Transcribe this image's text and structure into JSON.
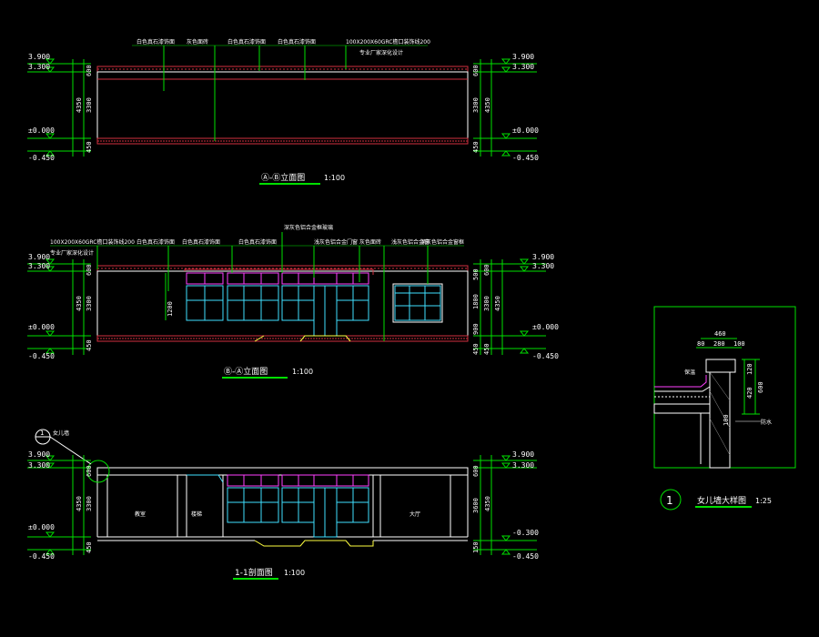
{
  "levels": {
    "top": "3.900",
    "eave": "3.300",
    "ground": "±0.000",
    "base": "-0.450",
    "exterior": "-0.300"
  },
  "dims": {
    "d600": "600",
    "d3300": "3300",
    "d4350": "4350",
    "d450": "450",
    "d3600": "3600",
    "d150": "150",
    "d1200": "1200",
    "d1800": "1800",
    "d900": "900",
    "d500": "500"
  },
  "elevation_a": {
    "title": "Ⓐ-Ⓑ立面图",
    "scale": "1:100",
    "notes": [
      "白色真石漆饰面",
      "灰色面砖",
      "白色真石漆饰面",
      "白色真石漆饰面",
      "100X200X60GRC檐口装饰线200",
      "专业厂家深化设计"
    ]
  },
  "elevation_b": {
    "title": "Ⓑ-Ⓐ立面图",
    "scale": "1:100",
    "notes": [
      "100X200X60GRC檐口装饰线200",
      "专业厂家深化设计",
      "白色真石漆饰面",
      "白色真石漆饰面",
      "白色真石漆饰面",
      "深灰色铝合金框玻璃",
      "浅灰色铝合金门窗",
      "灰色面砖",
      "白色真石漆饰面",
      "浅灰色铝合金窗",
      "深灰色铝合金窗框"
    ]
  },
  "section": {
    "title": "1-1剖面图",
    "scale": "1:100",
    "marker": "1",
    "marker_label": "女儿墙",
    "rooms": [
      "教室",
      "楼梯",
      "大厅"
    ]
  },
  "detail": {
    "marker": "1",
    "title": "女儿墙大样图",
    "scale": "1:25",
    "dims": [
      "460",
      "80",
      "280",
      "100",
      "120",
      "600",
      "420",
      "100"
    ],
    "labels": [
      "保温",
      "防水"
    ]
  },
  "colors": {
    "line_white": "#ffffff",
    "line_green": "#00e000",
    "line_red": "#d23040",
    "line_magenta": "#ff40ff",
    "line_cyan": "#40e0ff",
    "line_yellow": "#ffff40"
  }
}
